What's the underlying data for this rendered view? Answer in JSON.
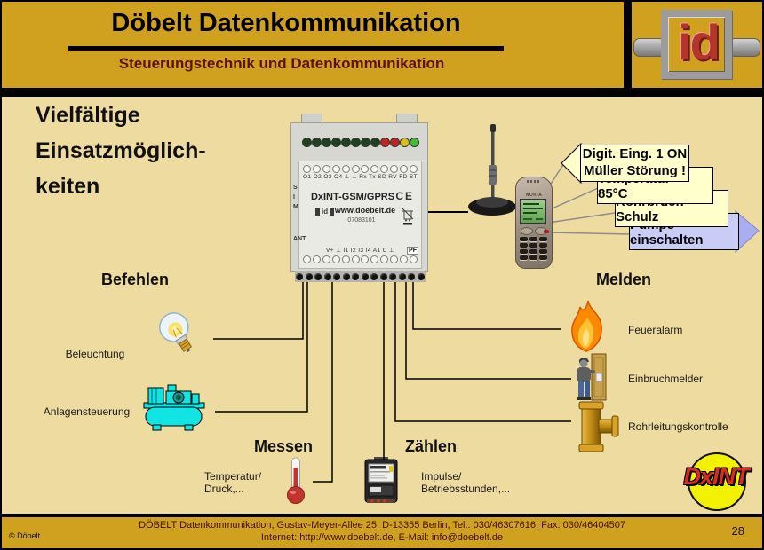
{
  "header": {
    "title": "Döbelt Datenkommunikation",
    "subtitle": "Steuerungstechnik und Datenkommunikation",
    "logo_text": "id"
  },
  "main": {
    "title": "Vielfältige\nEinsatzmöglich-\nkeiten",
    "sections": {
      "befehlen": {
        "heading": "Befehlen",
        "items": [
          {
            "label": "Beleuchtung"
          },
          {
            "label": "Anlagensteuerung"
          }
        ]
      },
      "melden": {
        "heading": "Melden",
        "items": [
          {
            "label": "Feueralarm"
          },
          {
            "label": "Einbruchmelder"
          },
          {
            "label": "Rohrleitungskontrolle"
          }
        ]
      },
      "messen": {
        "heading": "Messen",
        "label": "Temperatur/\nDruck,..."
      },
      "zaehlen": {
        "heading": "Zählen",
        "label": "Impulse/\nBetriebsstunden,..."
      }
    },
    "device": {
      "top_terminals": "O1 O2 O3 O4  ⊥  ⊥  Rx Tx  SD RV FD ST",
      "name": "DxINT-GSM/GPRS",
      "ce_mark": "CE",
      "id_mark": "id",
      "website": "www.doebelt.de",
      "serial": "07083101",
      "sim_label": "S\nI\nM",
      "ant_label": "ANT",
      "bottom_terminals": "V+  ⊥  I1 I2 I3 I4  A1   C    ⊥",
      "pf_label": "PF",
      "led_colors": [
        "#1e421e",
        "#1e421e",
        "#1e421e",
        "#1e421e",
        "#1e421e",
        "#1e421e",
        "#1e421e",
        "#1e421e",
        "#c42222",
        "#c42222",
        "#d4c020",
        "#46b83c"
      ],
      "terminals_top": 12,
      "terminals_bottom": 12,
      "screws": 14
    },
    "phone": {
      "brand": "NOKIA"
    },
    "messages": [
      {
        "text": "Digit. Eing. 1 ON\nMüller Störung !",
        "type": "alarm"
      },
      {
        "text": "Temperatur > 85°C",
        "type": "alarm"
      },
      {
        "text": "Rohrbruch Schulz",
        "type": "alarm"
      },
      {
        "text": "Pumpe einschalten",
        "type": "command"
      }
    ],
    "dxint_logo": "DxINT"
  },
  "footer": {
    "address": "DÖBELT Datenkommunikation, Gustav-Meyer-Allee 25, D-13355 Berlin, Tel.: 030/46307616, Fax: 030/46404507",
    "contact": "Internet: http://www.doebelt.de, E-Mail: info@doebelt.de",
    "copyright": "© Döbelt",
    "page_number": "28"
  },
  "colors": {
    "header_gold": "#D0A11E",
    "body_tan": "#EEDB9F",
    "message_alarm_bg": "#FFFFCC",
    "message_command_bg": "#C9CCF5",
    "subtitle_red": "#5C1200",
    "logo_red": "#B5342C",
    "dxint_red": "#D92B1F",
    "dxint_yellow": "#F2F200"
  }
}
